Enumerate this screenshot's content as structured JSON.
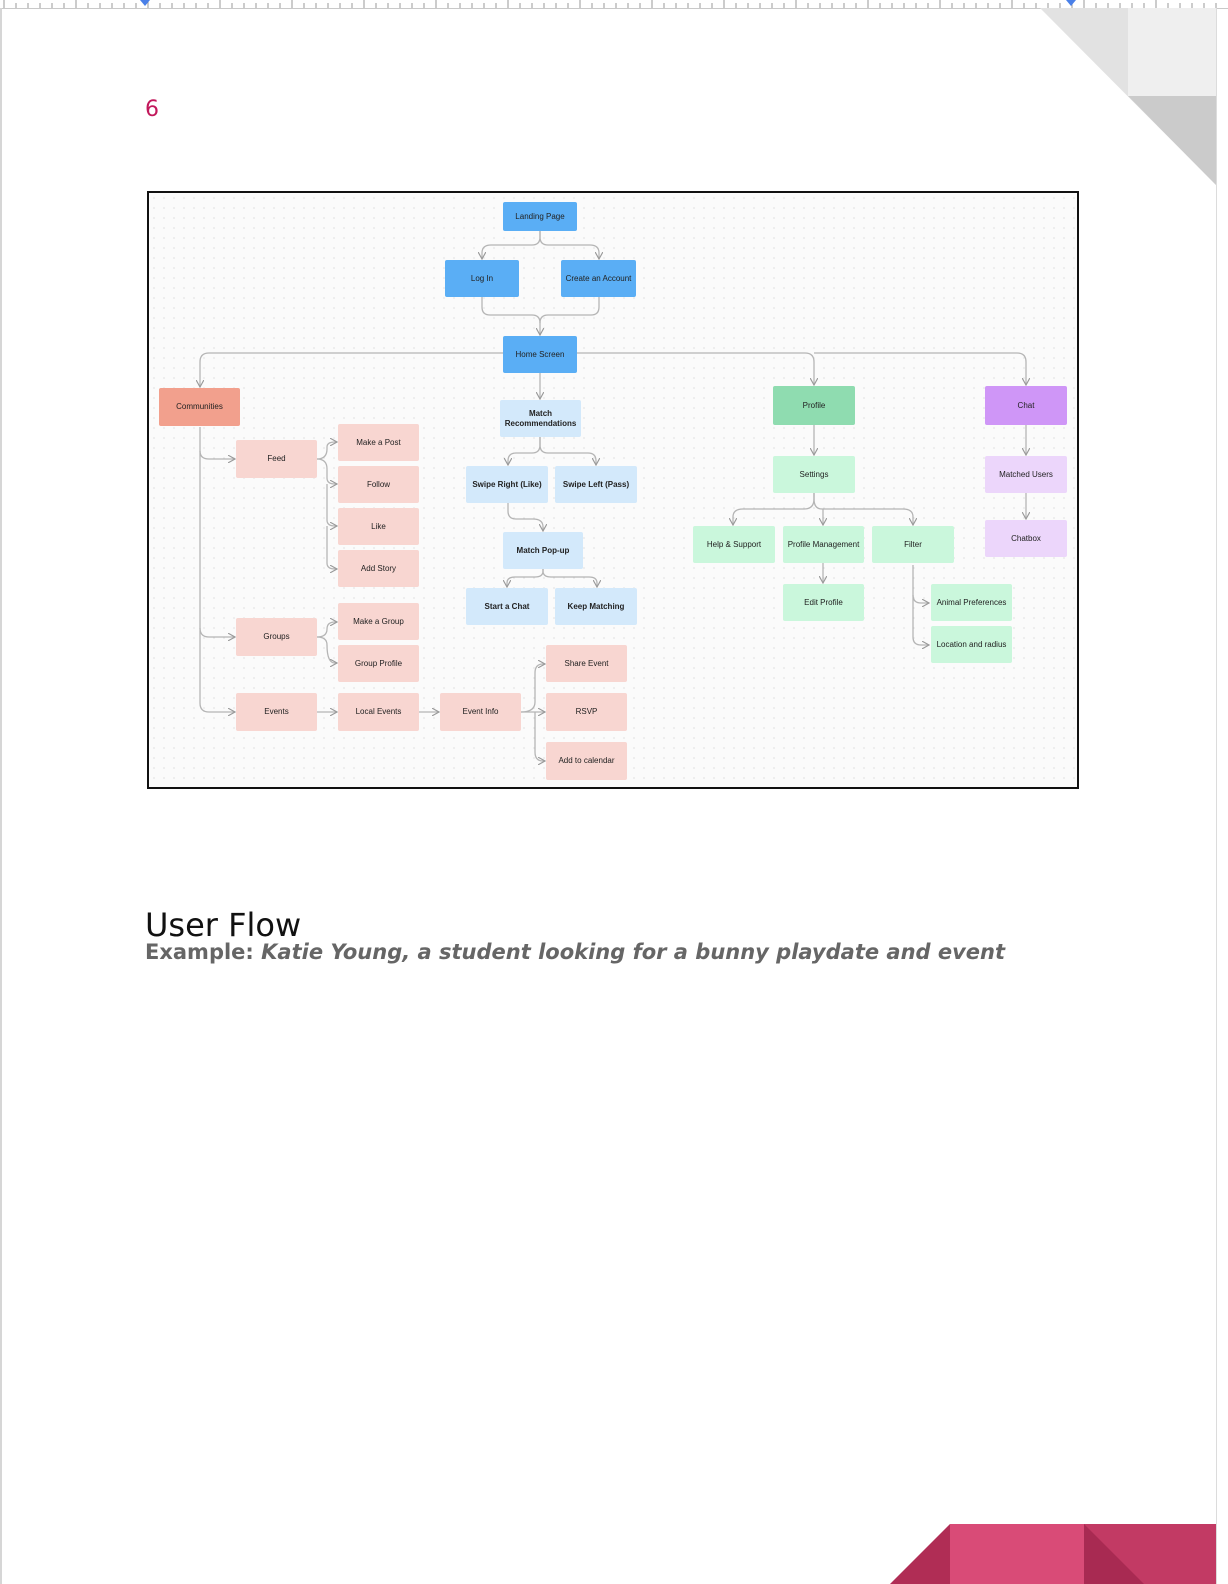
{
  "page": {
    "number": "6",
    "section_title": "User Flow",
    "example_label": "Example:",
    "example_text": "Katie Young, a student looking for a bunny playdate and event"
  },
  "flowchart": {
    "nodes": {
      "landing_page": "Landing Page",
      "log_in": "Log In",
      "create_account": "Create an Account",
      "home_screen": "Home Screen",
      "communities": "Communities",
      "match_recommendations": "Match Recommendations",
      "profile": "Profile",
      "chat": "Chat",
      "feed": "Feed",
      "make_a_post": "Make a Post",
      "follow": "Follow",
      "like": "Like",
      "add_story": "Add Story",
      "groups": "Groups",
      "make_a_group": "Make a Group",
      "group_profile": "Group Profile",
      "events": "Events",
      "local_events": "Local Events",
      "event_info": "Event Info",
      "share_event": "Share Event",
      "rsvp": "RSVP",
      "add_to_calendar": "Add to calendar",
      "swipe_right": "Swipe Right (Like)",
      "swipe_left": "Swipe Left (Pass)",
      "match_popup": "Match Pop-up",
      "start_a_chat": "Start a Chat",
      "keep_matching": "Keep Matching",
      "settings": "Settings",
      "help_support": "Help & Support",
      "profile_management": "Profile Management",
      "filter": "Filter",
      "edit_profile": "Edit Profile",
      "animal_preferences": "Animal Preferences",
      "location_radius": "Location and radius",
      "matched_users": "Matched Users",
      "chatbox": "Chatbox"
    }
  },
  "colors": {
    "page_number": "#c2185b",
    "primary_blue": "#5aaef5",
    "light_blue": "#d3e9fb",
    "communities": "#f2a08d",
    "community_child": "#f8d6d1",
    "profile": "#8fdcb0",
    "profile_child": "#caf7dc",
    "chat": "#cf96f7",
    "chat_child": "#ecd6fb",
    "footer_pink": "#d94b77",
    "footer_dark": "#b02d55"
  }
}
